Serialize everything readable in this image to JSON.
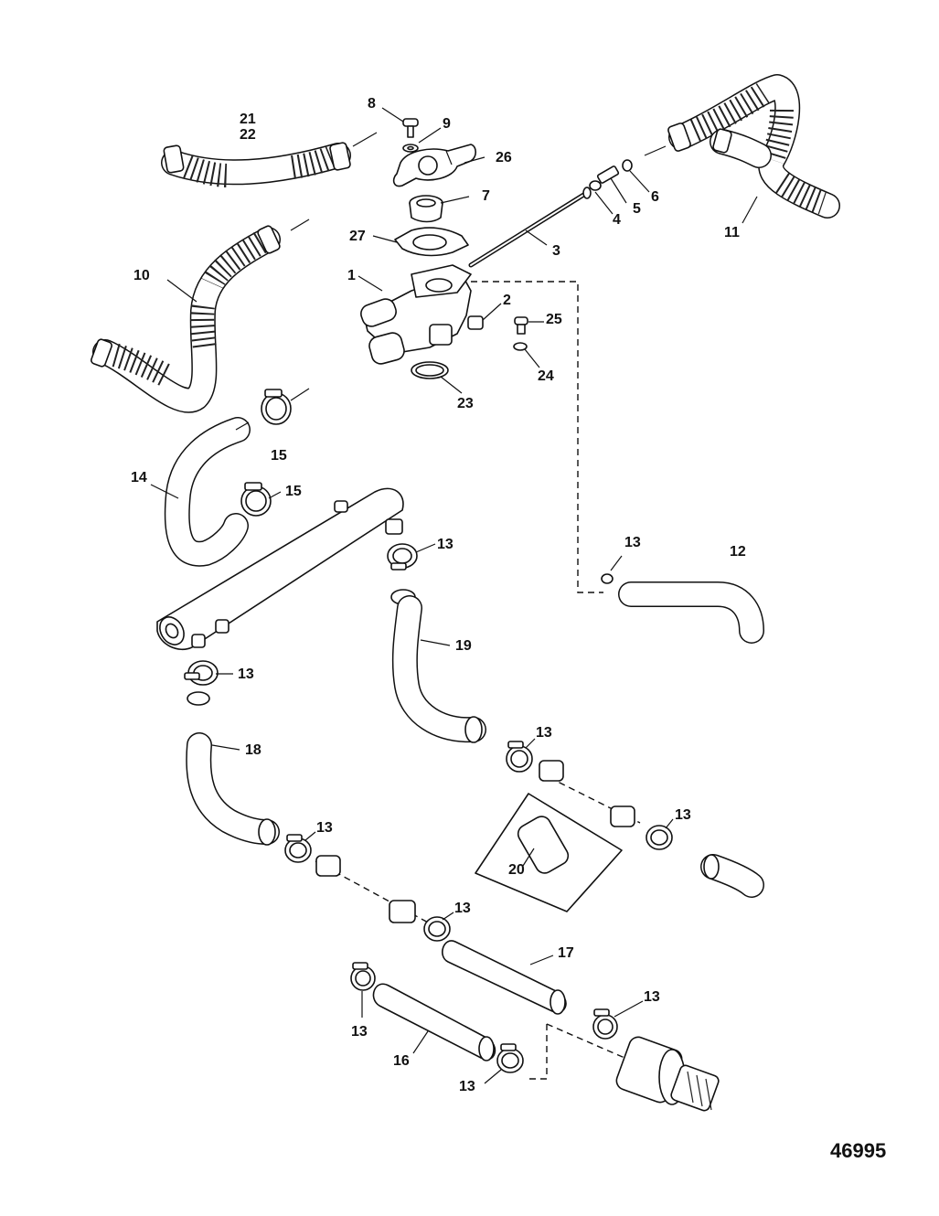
{
  "figure_number": "46995",
  "callouts": [
    {
      "id": "c8",
      "text": "8"
    },
    {
      "id": "c9",
      "text": "9"
    },
    {
      "id": "c21",
      "text": "21"
    },
    {
      "id": "c22",
      "text": "22"
    },
    {
      "id": "c26",
      "text": "26"
    },
    {
      "id": "c7",
      "text": "7"
    },
    {
      "id": "c27",
      "text": "27"
    },
    {
      "id": "c4",
      "text": "4"
    },
    {
      "id": "c5",
      "text": "5"
    },
    {
      "id": "c6",
      "text": "6"
    },
    {
      "id": "c3",
      "text": "3"
    },
    {
      "id": "c11",
      "text": "11"
    },
    {
      "id": "c10",
      "text": "10"
    },
    {
      "id": "c1",
      "text": "1"
    },
    {
      "id": "c2",
      "text": "2"
    },
    {
      "id": "c25",
      "text": "25"
    },
    {
      "id": "c24",
      "text": "24"
    },
    {
      "id": "c23",
      "text": "23"
    },
    {
      "id": "c15a",
      "text": "15"
    },
    {
      "id": "c14",
      "text": "14"
    },
    {
      "id": "c15b",
      "text": "15"
    },
    {
      "id": "c13a",
      "text": "13"
    },
    {
      "id": "c13b",
      "text": "13"
    },
    {
      "id": "c12",
      "text": "12"
    },
    {
      "id": "c19",
      "text": "19"
    },
    {
      "id": "c13c",
      "text": "13"
    },
    {
      "id": "c18",
      "text": "18"
    },
    {
      "id": "c13d",
      "text": "13"
    },
    {
      "id": "c13e",
      "text": "13"
    },
    {
      "id": "c13f",
      "text": "13"
    },
    {
      "id": "c20",
      "text": "20"
    },
    {
      "id": "c13g",
      "text": "13"
    },
    {
      "id": "c17",
      "text": "17"
    },
    {
      "id": "c13h",
      "text": "13"
    },
    {
      "id": "c13i",
      "text": "13"
    },
    {
      "id": "c16",
      "text": "16"
    },
    {
      "id": "c13j",
      "text": "13"
    }
  ]
}
